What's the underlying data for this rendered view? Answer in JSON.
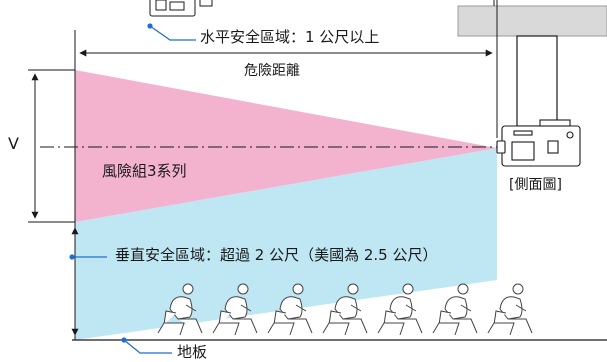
{
  "labels": {
    "horizontal_safety": "水平安全區域：1 公尺以上",
    "danger_distance": "危險距離",
    "v_label": "V",
    "risk_group": "風險組3系列",
    "side_view": "[側面圖]",
    "vertical_safety": "垂直安全區域：超過 2 公尺（美國為 2.5 公尺）",
    "floor": "地板"
  },
  "colors": {
    "danger_zone": "#f3b3cf",
    "safety_zone": "#bfe6f3",
    "accent_blue": "#1f6fd0",
    "line": "#1a1a1a",
    "ceiling": "#d9d9d9",
    "projector_mount": "#ffffff"
  },
  "icons": [
    "projector-icon",
    "seated-person-icon"
  ]
}
